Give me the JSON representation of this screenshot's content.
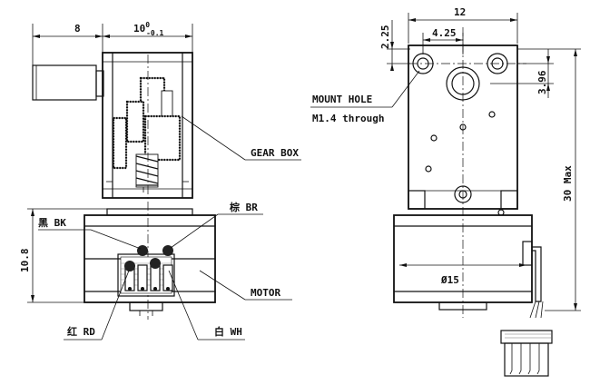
{
  "front_view": {
    "dim_shaft": "8",
    "dim_width_main": "10",
    "dim_width_sup": "0",
    "dim_width_sub": "-0.1",
    "dim_motor_height": "10.8",
    "label_gearbox": "GEAR BOX",
    "label_motor": "MOTOR",
    "wire_bk": "黑 BK",
    "wire_br": "棕 BR",
    "wire_rd": "红 RD",
    "wire_wh": "白 WH"
  },
  "side_view": {
    "dim_width": "12",
    "dim_hole_spacing": "4.25",
    "dim_hole_top": "2.25",
    "dim_hole_side": "3.96",
    "dim_total_height": "30 Max",
    "dim_diameter": "Ø15",
    "mount_hole_line1": "MOUNT HOLE",
    "mount_hole_line2": "M1.4 through"
  }
}
